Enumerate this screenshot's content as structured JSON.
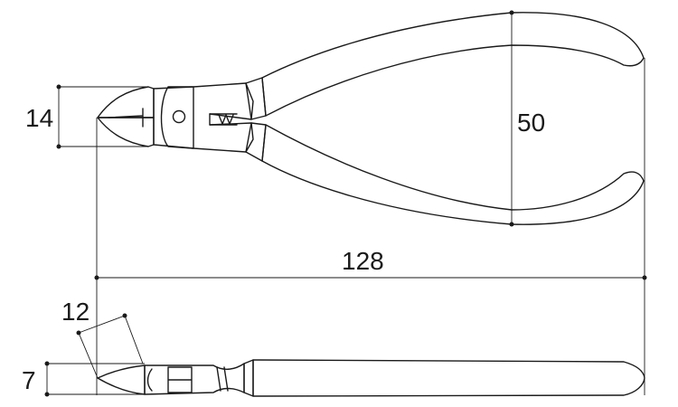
{
  "dimensions": {
    "jaw_height": "14",
    "handle_spread": "50",
    "overall_length": "128",
    "jaw_angle_width": "12",
    "jaw_thickness": "7"
  }
}
